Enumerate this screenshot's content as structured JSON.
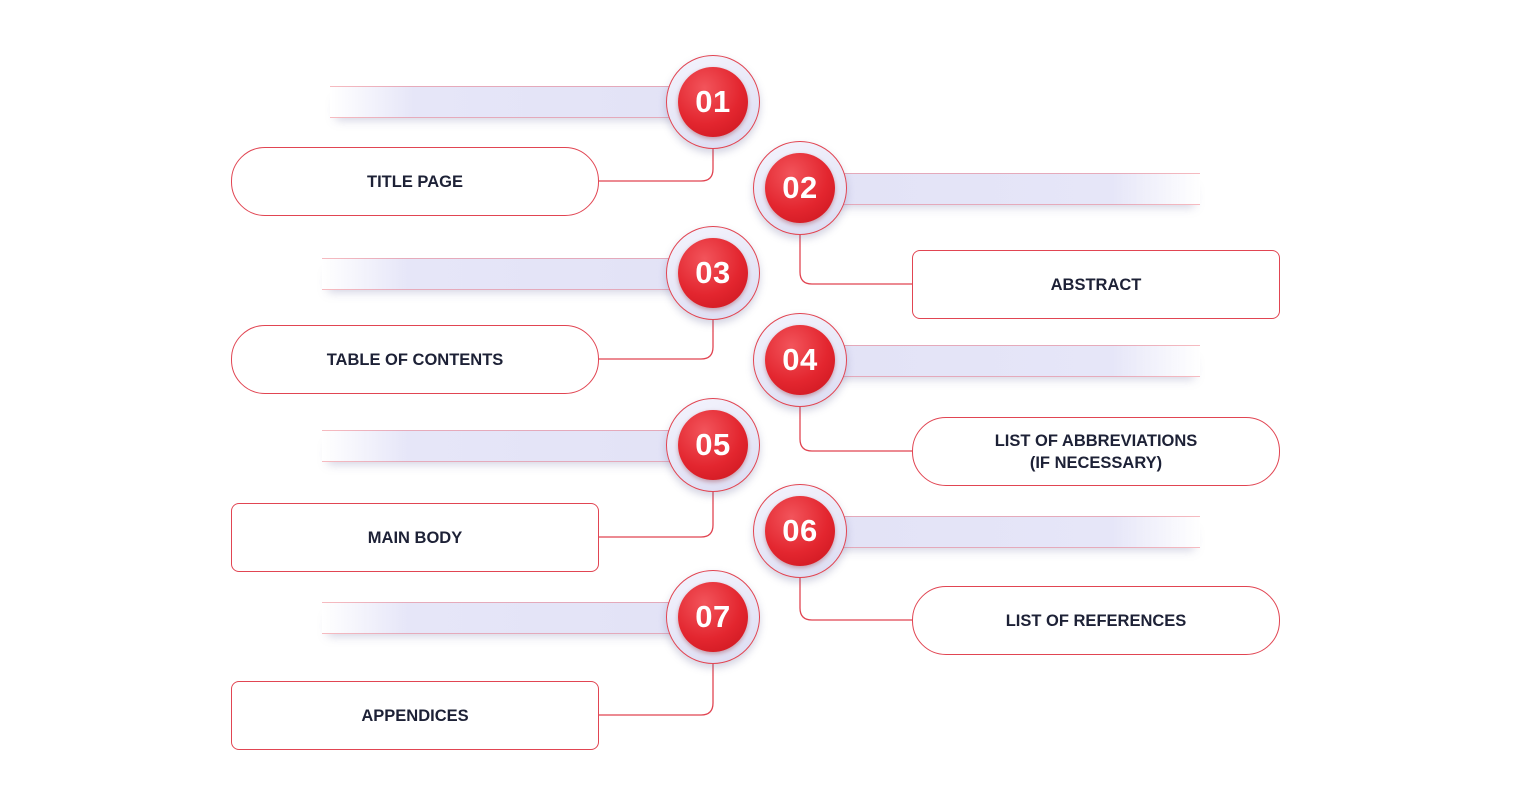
{
  "steps": [
    {
      "number": "01",
      "label": "TITLE PAGE"
    },
    {
      "number": "02",
      "label": "ABSTRACT"
    },
    {
      "number": "03",
      "label": "TABLE OF CONTENTS"
    },
    {
      "number": "04",
      "label": "LIST OF ABBREVIATIONS\n(IF NECESSARY)"
    },
    {
      "number": "05",
      "label": "MAIN BODY"
    },
    {
      "number": "06",
      "label": "LIST OF REFERENCES"
    },
    {
      "number": "07",
      "label": "APPENDICES"
    }
  ],
  "colors": {
    "accent": "#e3262f",
    "outline": "#e14552",
    "bar": "#e4e4f7",
    "text": "#1d2136"
  }
}
